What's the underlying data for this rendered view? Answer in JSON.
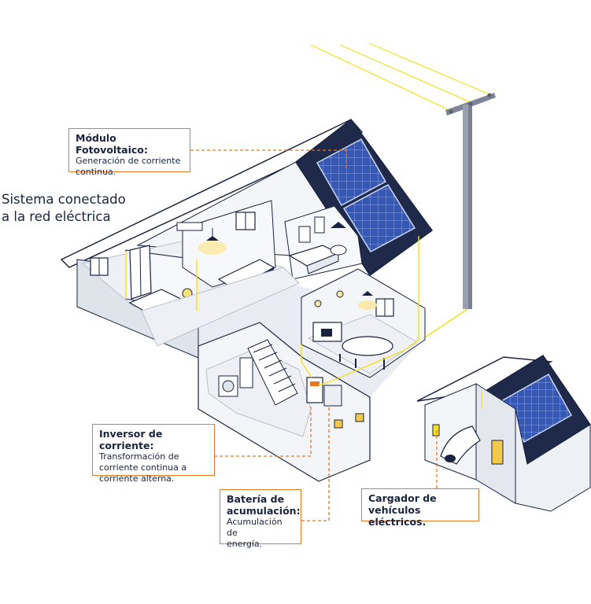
{
  "title": {
    "line1": "Sistema conectado",
    "line2": "a la red eléctrica"
  },
  "colors": {
    "accent": "#e87722",
    "navy": "#1a2340",
    "wire": "#f2e21c",
    "panel": "#2f4ea0"
  },
  "callouts": {
    "modulo": {
      "heading": "Módulo Fotovoltaico:",
      "line1": "Generación de corriente",
      "line2": "continua."
    },
    "inversor": {
      "heading": "Inversor de corriente:",
      "line1": "Transformación de",
      "line2": "corriente continua a",
      "line3": "corriente  alterna."
    },
    "bateria": {
      "heading1": "Batería de",
      "heading2": "acumulación:",
      "line1": "Acumulación de",
      "line2": "energía."
    },
    "cargador": {
      "heading1": "Cargador de",
      "heading2": "vehículos eléctricos."
    }
  }
}
